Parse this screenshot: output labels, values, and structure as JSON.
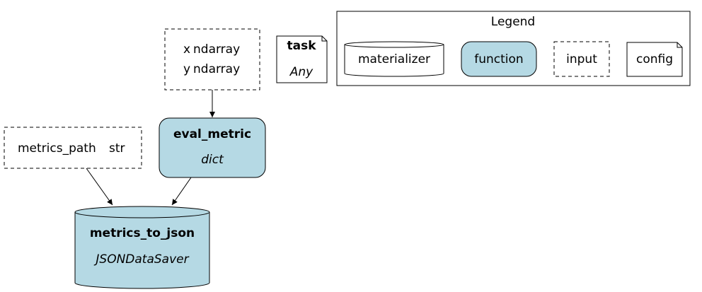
{
  "diagram": {
    "colors": {
      "function_fill": "#b5d9e4",
      "stroke": "#000000",
      "background": "#ffffff"
    },
    "inputs_xy": {
      "line1_name": "x",
      "line1_type": "ndarray",
      "line2_name": "y",
      "line2_type": "ndarray"
    },
    "task": {
      "title": "task",
      "type": "Any"
    },
    "metrics_path": {
      "name": "metrics_path",
      "type": "str"
    },
    "eval_metric": {
      "title": "eval_metric",
      "type": "dict"
    },
    "metrics_to_json": {
      "title": "metrics_to_json",
      "type": "JSONDataSaver"
    },
    "legend": {
      "title": "Legend",
      "materializer": "materializer",
      "function": "function",
      "input": "input",
      "config": "config"
    }
  }
}
